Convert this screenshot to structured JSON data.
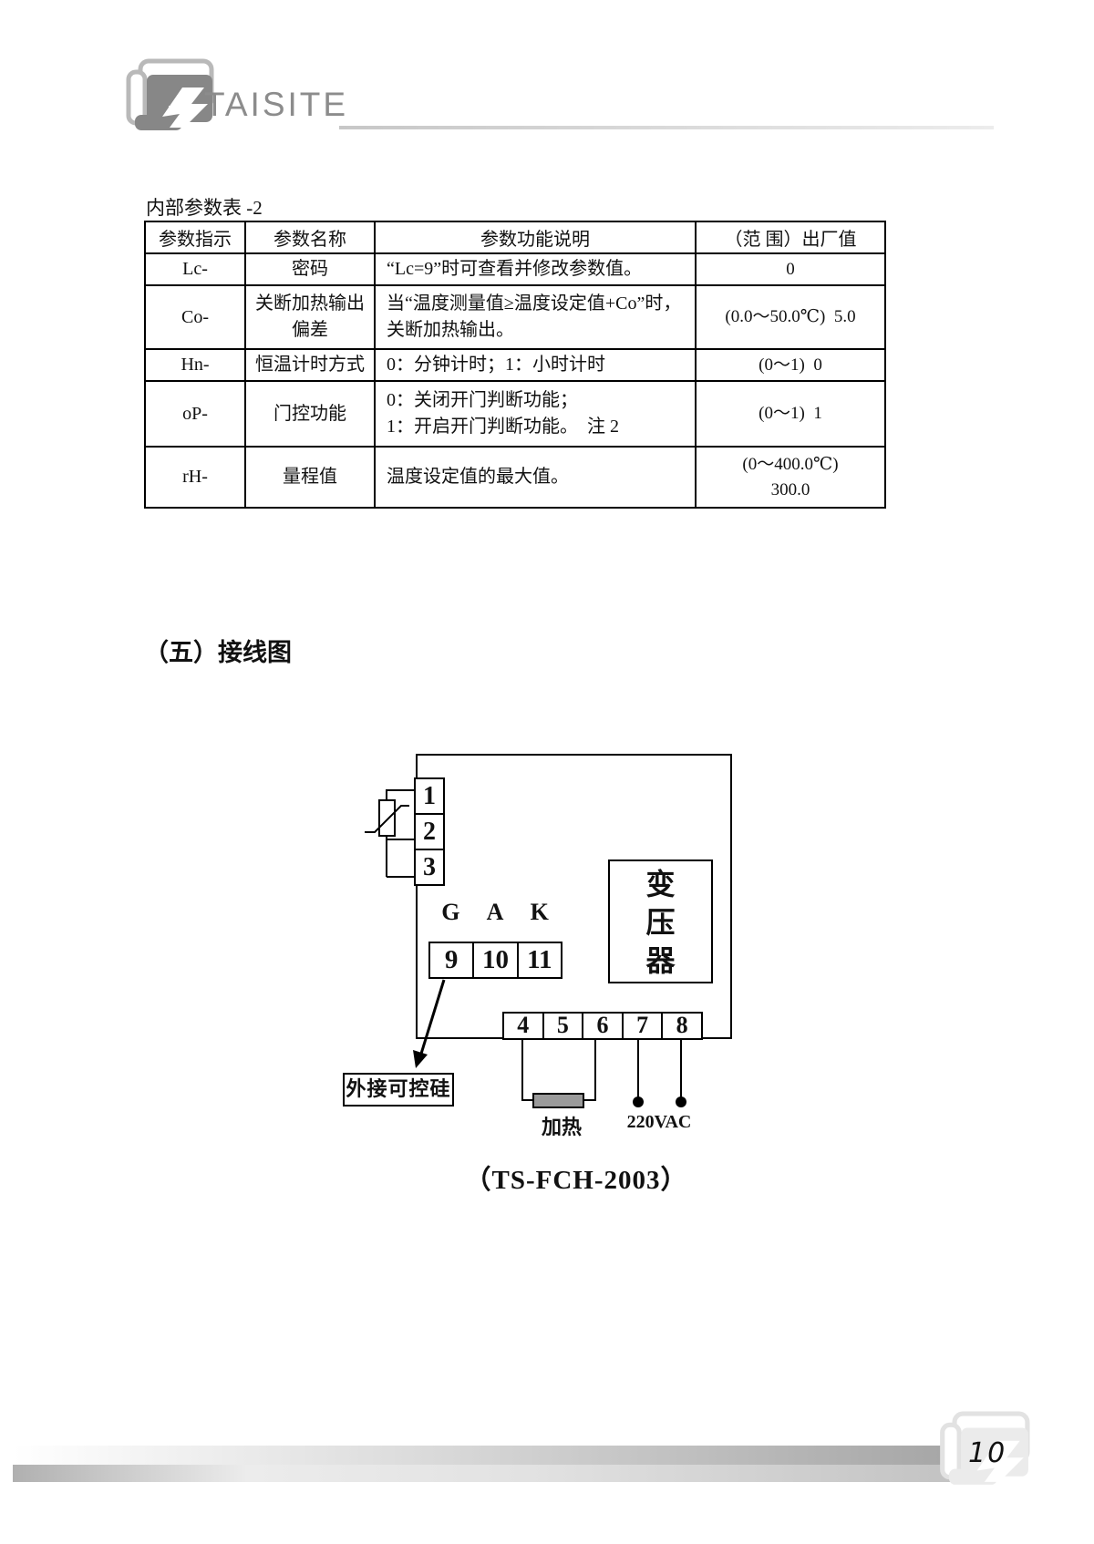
{
  "brand": {
    "name": "TAISITE"
  },
  "colors": {
    "brand": "#8c8c8c",
    "diagram_line": "#000000",
    "heater_fill": "#9a9a9a"
  },
  "icons": {
    "header_logo": "taisite-logo-icon",
    "footer_logo": "taisite-logo-watermark-icon"
  },
  "table": {
    "title": "内部参数表 -2",
    "headers": [
      "参数指示",
      "参数名称",
      "参数功能说明",
      "（范 围）出厂值"
    ],
    "rows": [
      {
        "code": "Lc-",
        "name_lines": [
          "密码"
        ],
        "desc_lines": [
          "“Lc=9”时可查看并修改参数值。"
        ],
        "range_lines": [
          "0"
        ]
      },
      {
        "code": "Co-",
        "name_lines": [
          "关断加热输出",
          "偏差"
        ],
        "desc_lines": [
          "当“温度测量值≥温度设定值+Co”时，",
          "关断加热输出。"
        ],
        "range_lines": [
          "(0.0～50.0℃)  5.0"
        ]
      },
      {
        "code": "Hn-",
        "name_lines": [
          "恒温计时方式"
        ],
        "desc_lines": [
          "0：分钟计时；1：小时计时"
        ],
        "range_lines": [
          "(0～1)  0"
        ]
      },
      {
        "code": "oP-",
        "name_lines": [
          "门控功能"
        ],
        "desc_lines": [
          "0：关闭开门判断功能；",
          "1：开启开门判断功能。  注 2"
        ],
        "range_lines": [
          "(0～1)  1"
        ]
      },
      {
        "code": "rH-",
        "name_lines": [
          "量程值"
        ],
        "desc_lines": [
          "温度设定值的最大值。"
        ],
        "range_lines": [
          "(0～400.0℃)",
          "300.0"
        ]
      }
    ]
  },
  "section_heading": "（五）接线图",
  "diagram": {
    "sensor_terminals": [
      "1",
      "2",
      "3"
    ],
    "gate_labels": [
      "G",
      "A",
      "K"
    ],
    "gate_terminals": [
      "9",
      "10",
      "11"
    ],
    "power_terminals": [
      "4",
      "5",
      "6",
      "7",
      "8"
    ],
    "transformer_lines": [
      "变",
      "压",
      "器"
    ],
    "external_scr_label": "外接可控硅",
    "heater_label": "加热",
    "power_label": "220VAC",
    "caption": "（TS-FCH-2003）",
    "heater_fill": "#9a9a9a"
  },
  "footer": {
    "page_number": "10"
  }
}
